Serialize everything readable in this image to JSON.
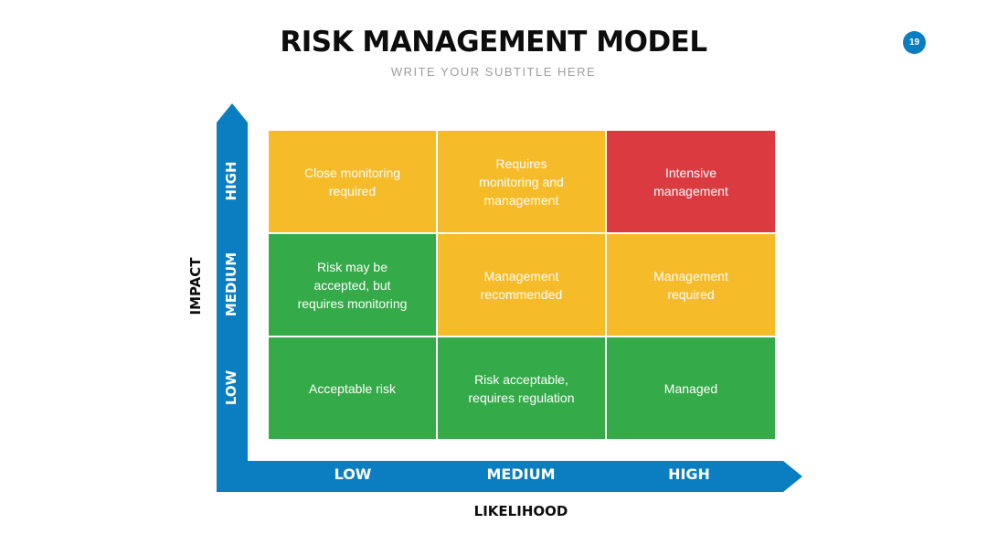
{
  "slide": {
    "title": "RISK MANAGEMENT MODEL",
    "subtitle": "WRITE YOUR SUBTITLE HERE",
    "page_number": "19"
  },
  "axes": {
    "y_title": "IMPACT",
    "x_title": "LIKELIHOOD",
    "y_levels": [
      "HIGH",
      "MEDIUM",
      "LOW"
    ],
    "x_levels": [
      "LOW",
      "MEDIUM",
      "HIGH"
    ]
  },
  "colors": {
    "axis_blue": "#0a7ec0",
    "green": "#34aa48",
    "yellow": "#f5bb29",
    "red": "#dc3a41"
  },
  "matrix": {
    "rows": [
      {
        "impact": "HIGH",
        "cells": [
          {
            "text": "Close monitoring required",
            "color": "yellow"
          },
          {
            "text": "Requires monitoring and management",
            "color": "yellow"
          },
          {
            "text": "Intensive management",
            "color": "red"
          }
        ]
      },
      {
        "impact": "MEDIUM",
        "cells": [
          {
            "text": "Risk may be accepted, but requires monitoring",
            "color": "green"
          },
          {
            "text": "Management recommended",
            "color": "yellow"
          },
          {
            "text": "Management required",
            "color": "yellow"
          }
        ]
      },
      {
        "impact": "LOW",
        "cells": [
          {
            "text": "Acceptable risk",
            "color": "green"
          },
          {
            "text": "Risk acceptable, requires regulation",
            "color": "green"
          },
          {
            "text": "Managed",
            "color": "green"
          }
        ]
      }
    ]
  }
}
